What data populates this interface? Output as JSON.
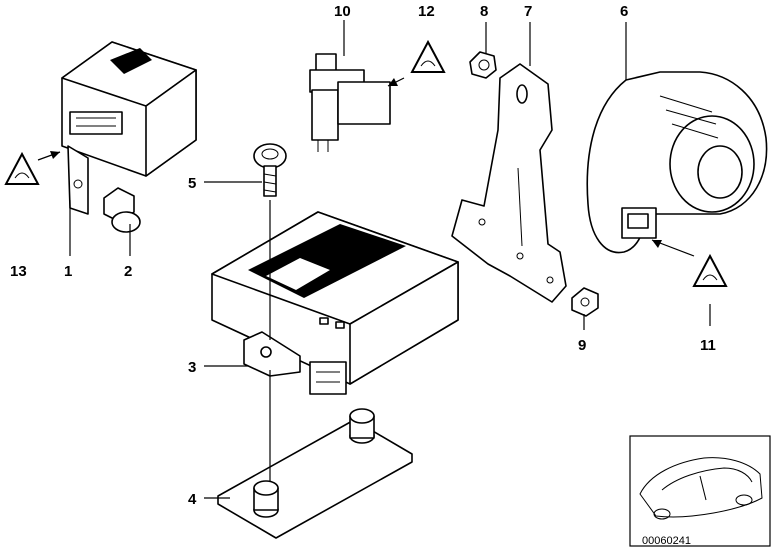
{
  "parts": [
    {
      "id": "1",
      "label": "1"
    },
    {
      "id": "2",
      "label": "2"
    },
    {
      "id": "3",
      "label": "3"
    },
    {
      "id": "4",
      "label": "4"
    },
    {
      "id": "5",
      "label": "5"
    },
    {
      "id": "6",
      "label": "6"
    },
    {
      "id": "7",
      "label": "7"
    },
    {
      "id": "8",
      "label": "8"
    },
    {
      "id": "9",
      "label": "9"
    },
    {
      "id": "10",
      "label": "10"
    },
    {
      "id": "11",
      "label": "11"
    },
    {
      "id": "12",
      "label": "12"
    },
    {
      "id": "13",
      "label": "13"
    }
  ],
  "warning_icon": "warning-triangle-icon",
  "diagram_code": "00060241"
}
